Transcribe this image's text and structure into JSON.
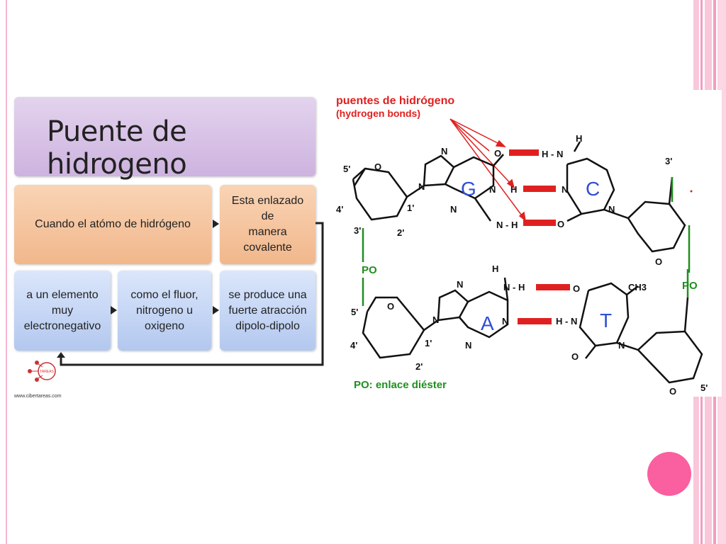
{
  "slide": {
    "title": "Puente de hidrogeno",
    "footer_url": "www.cibertareas.com",
    "logo_text": "TAREAS",
    "colors": {
      "accent_pink": "#fa5fa0",
      "stripe_pink": "#f7b4cd"
    }
  },
  "flowchart": {
    "orange_1": "Cuando el atómo de hidrógeno",
    "orange_2_line1": "Esta enlazado de",
    "orange_2_line2": "manera covalente",
    "blue_1_line1": "a un elemento",
    "blue_1_line2": "muy",
    "blue_1_line3": "electronegativo",
    "blue_2_line1": "como el fluor,",
    "blue_2_line2": "nitrogeno u",
    "blue_2_line3": "oxigeno",
    "blue_3_line1": "se produce una",
    "blue_3_line2": "fuerte atracción",
    "blue_3_line3": "dipolo-dipolo"
  },
  "dna": {
    "header_line1": "puentes de hidrógeno",
    "header_line2": "(hydrogen bonds)",
    "base_g": "G",
    "base_c": "C",
    "base_a": "A",
    "base_t": "T",
    "po_top": "PO",
    "po_right": "PO",
    "legend": "PO: enlace diéster",
    "p5_top": "5'",
    "p4_top": "4'",
    "p3_top": "3'",
    "p2_top": "2'",
    "p1_top": "1'",
    "p5_bot": "5'",
    "p4_bot": "4'",
    "p2_bot": "2'",
    "p1_bot": "1'",
    "p3_right": "3'",
    "p5_right": "5'",
    "o": "O",
    "n": "N",
    "h": "H",
    "nh": "N - H",
    "hn": "H - N",
    "nh_dash": "N -",
    "ch3": "CH3"
  }
}
